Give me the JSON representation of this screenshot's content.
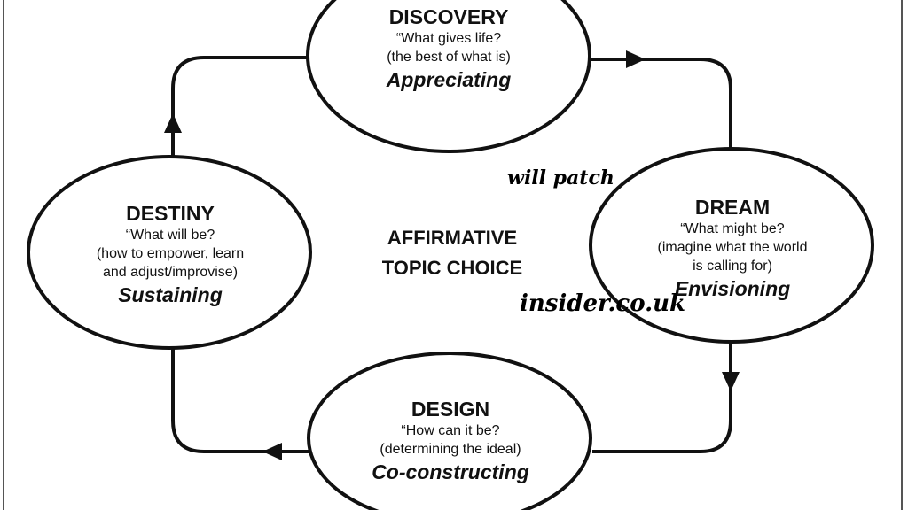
{
  "colors": {
    "ink": "#111111",
    "background": "#ffffff",
    "frame": "#555555"
  },
  "nodes": {
    "discovery": {
      "title": "DISCOVERY",
      "lines": [
        "“What gives life?",
        "(the best of what is)"
      ],
      "verb": "Appreciating"
    },
    "dream": {
      "title": "DREAM",
      "lines": [
        "“What might be?",
        "(imagine what the world",
        "is calling for)"
      ],
      "verb": "Envisioning"
    },
    "design": {
      "title": "DESIGN",
      "lines": [
        "“How can it be?",
        "(determining the ideal)"
      ],
      "verb": "Co-constructing"
    },
    "destiny": {
      "title": "DESTINY",
      "lines": [
        "“What will be?",
        "(how to empower, learn",
        "and adjust/improvise)"
      ],
      "verb": "Sustaining"
    }
  },
  "center": {
    "line1": "AFFIRMATIVE",
    "line2": "TOPIC CHOICE"
  },
  "watermarks": [
    "will patch",
    "insider.co.uk"
  ]
}
